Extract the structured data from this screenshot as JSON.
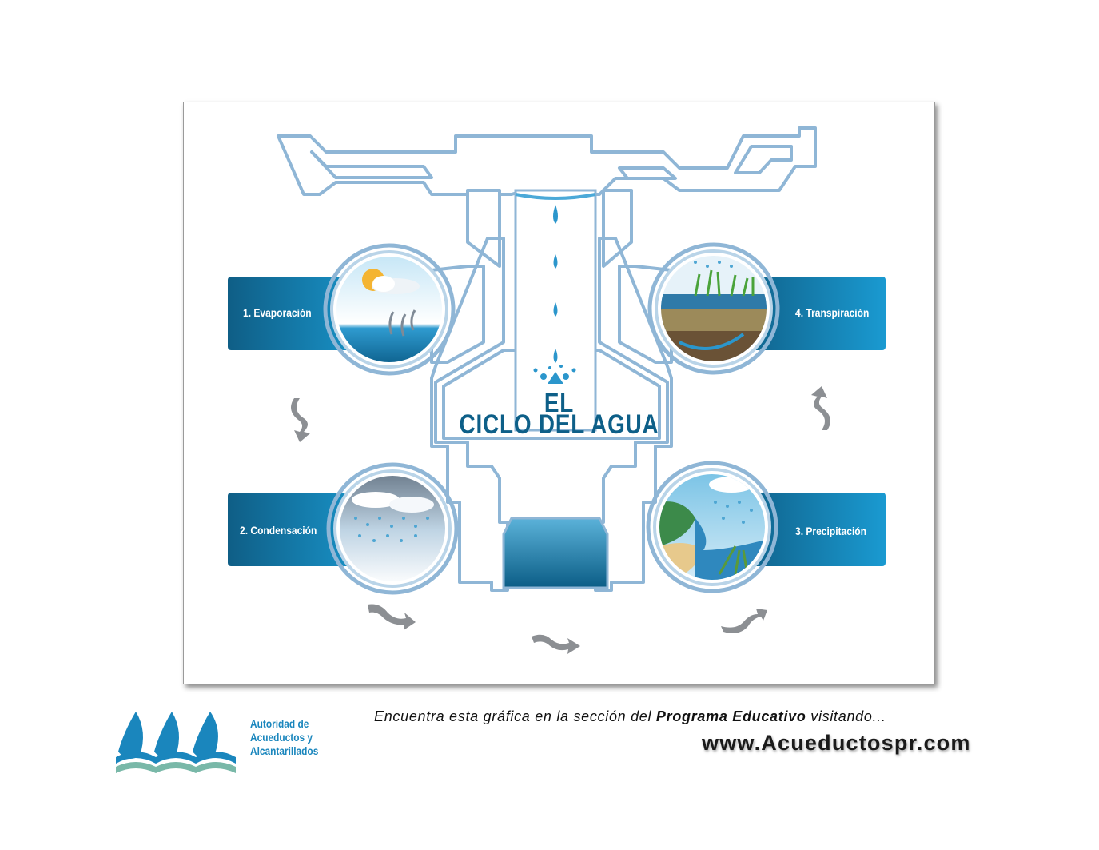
{
  "diagram": {
    "title_line1": "EL",
    "title_line2": "CICLO DEL AGUA",
    "stages": [
      {
        "label": "1. Evaporación",
        "icon": "sun-cloud-evaporation-icon"
      },
      {
        "label": "2. Condensación",
        "icon": "cloud-rain-icon"
      },
      {
        "label": "3. Precipitación",
        "icon": "rain-coast-icon"
      },
      {
        "label": "4. Transpiración",
        "icon": "grass-soil-icon"
      }
    ]
  },
  "organization": {
    "line1": "Autoridad de",
    "line2": "Acueductos y",
    "line3": "Alcantarillados"
  },
  "footer": {
    "caption_pre": "Encuentra esta gráfica en la sección del ",
    "caption_bold": "Programa Educativo",
    "caption_post": " visitando...",
    "url": "www.Acueductospr.com"
  },
  "colors": {
    "pipe_fill": "#ffffff",
    "pipe_stroke": "#8fb6d6",
    "band_dark": "#0f5e86",
    "band_light": "#1a9ad1",
    "water": "#0f6f9a",
    "arrow": "#8c8f93",
    "title": "#0d5f88",
    "logo_blue": "#1a86bd",
    "logo_teal": "#79b8a8"
  }
}
